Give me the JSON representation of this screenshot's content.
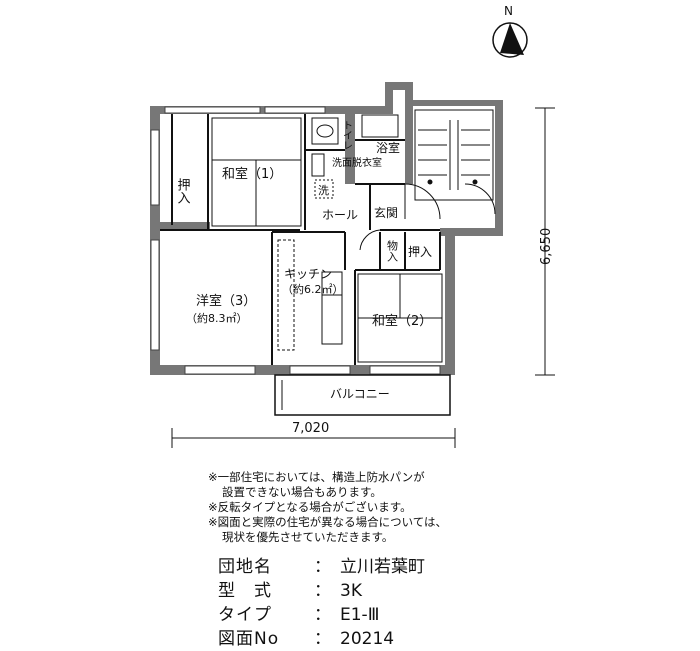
{
  "compass": {
    "label": "N"
  },
  "rooms": {
    "washitsu1": "和室（1）",
    "oshiire_left": "押入",
    "toilet": "トイレ",
    "senmen": "洗面脱衣室",
    "sentaku": "洗",
    "yokushitsu": "浴室",
    "hall": "ホール",
    "genkan": "玄関",
    "monoire": "物入",
    "oshiire_right": "押入",
    "kitchen": "キッチン",
    "kitchen_area": "（約6.2㎡）",
    "youshitsu3": "洋室（3）",
    "youshitsu3_area": "（約8.3㎡）",
    "washitsu2": "和室（2）",
    "balcony": "バルコニー"
  },
  "dimensions": {
    "width": "7,020",
    "depth": "6,650"
  },
  "notes": [
    "※一部住宅においては、構造上防水パンが",
    "設置できない場合もあります。",
    "※反転タイプとなる場合がございます。",
    "※図面と実際の住宅が異なる場合については、",
    "現状を優先させていただきます。"
  ],
  "info": {
    "danchi_label": "団地名",
    "danchi_value": "立川若葉町",
    "kata_label": "型　式",
    "kata_value": "3K",
    "type_label": "タイプ",
    "type_value": "E1-Ⅲ",
    "zumen_label": "図面No",
    "zumen_value": "20214",
    "separator": "："
  }
}
